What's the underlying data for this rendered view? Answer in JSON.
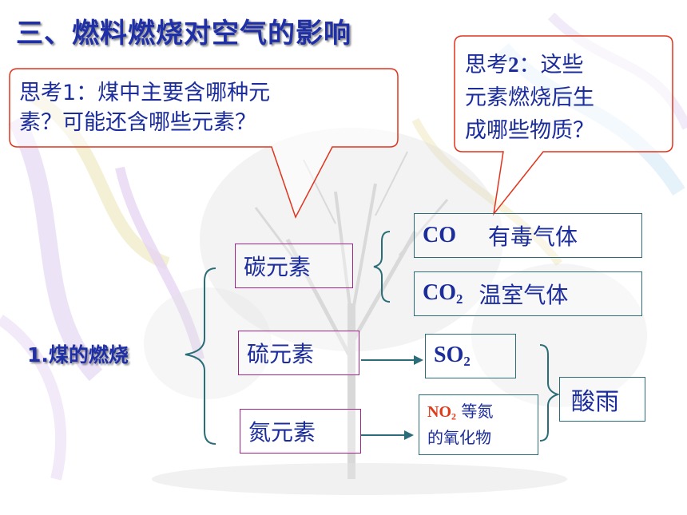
{
  "title": "三、燃料燃烧对空气的影响",
  "think1": {
    "line1": "思考1：煤中主要含哪种元",
    "line2": "素？可能还含哪些元素？"
  },
  "think2": {
    "line1_a": "思考",
    "line1_b": "2",
    "line1_c": "：这些",
    "line2": "元素燃烧后生",
    "line3": "成哪些物质？"
  },
  "coal_label": "1.煤的燃烧",
  "elements": {
    "carbon": "碳元素",
    "sulfur": "硫元素",
    "nitrogen": "氮元素"
  },
  "products": {
    "co": {
      "formula": "CO",
      "desc": "有毒气体"
    },
    "co2": {
      "formula": "CO",
      "sub": "2",
      "desc": "温室气体"
    },
    "so2": {
      "formula": "SO",
      "sub": "2"
    },
    "no2": {
      "formula": "NO",
      "sub": "2",
      "desc1": "等氮",
      "desc2": "的氧化物"
    },
    "acid_rain": "酸雨"
  },
  "colors": {
    "title": "#1f2fa8",
    "text": "#1b2c9c",
    "callout_border": "#e1341e",
    "box_border_red": "#a0248c",
    "box_border_teal": "#2b6d78",
    "no2": "#e03a1a"
  }
}
